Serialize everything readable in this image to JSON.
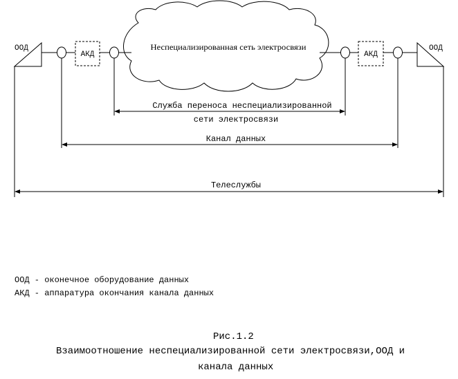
{
  "diagram": {
    "cloud_label": "Неспециализированная сеть электросвязи",
    "left_terminal_label": "ООД",
    "right_terminal_label": "ООД",
    "left_adapter_label": "АКД",
    "right_adapter_label": "АКД",
    "arrows": [
      {
        "id": "service",
        "label_line1": "Служба переноса неспециализированной",
        "label_line2": "сети электросвязи"
      },
      {
        "id": "channel",
        "label_line1": "Канал данных"
      },
      {
        "id": "teleservices",
        "label_line1": "Телеслужбы"
      }
    ]
  },
  "legend": {
    "line1": "ООД - оконечное оборудование данных",
    "line2": "АКД - аппаратура окончания канала данных"
  },
  "caption": {
    "number": "Рис.1.2",
    "title_line1": "Взаимоотношение неспециализированной сети электросвязи,ООД и",
    "title_line2": "канала данных"
  }
}
